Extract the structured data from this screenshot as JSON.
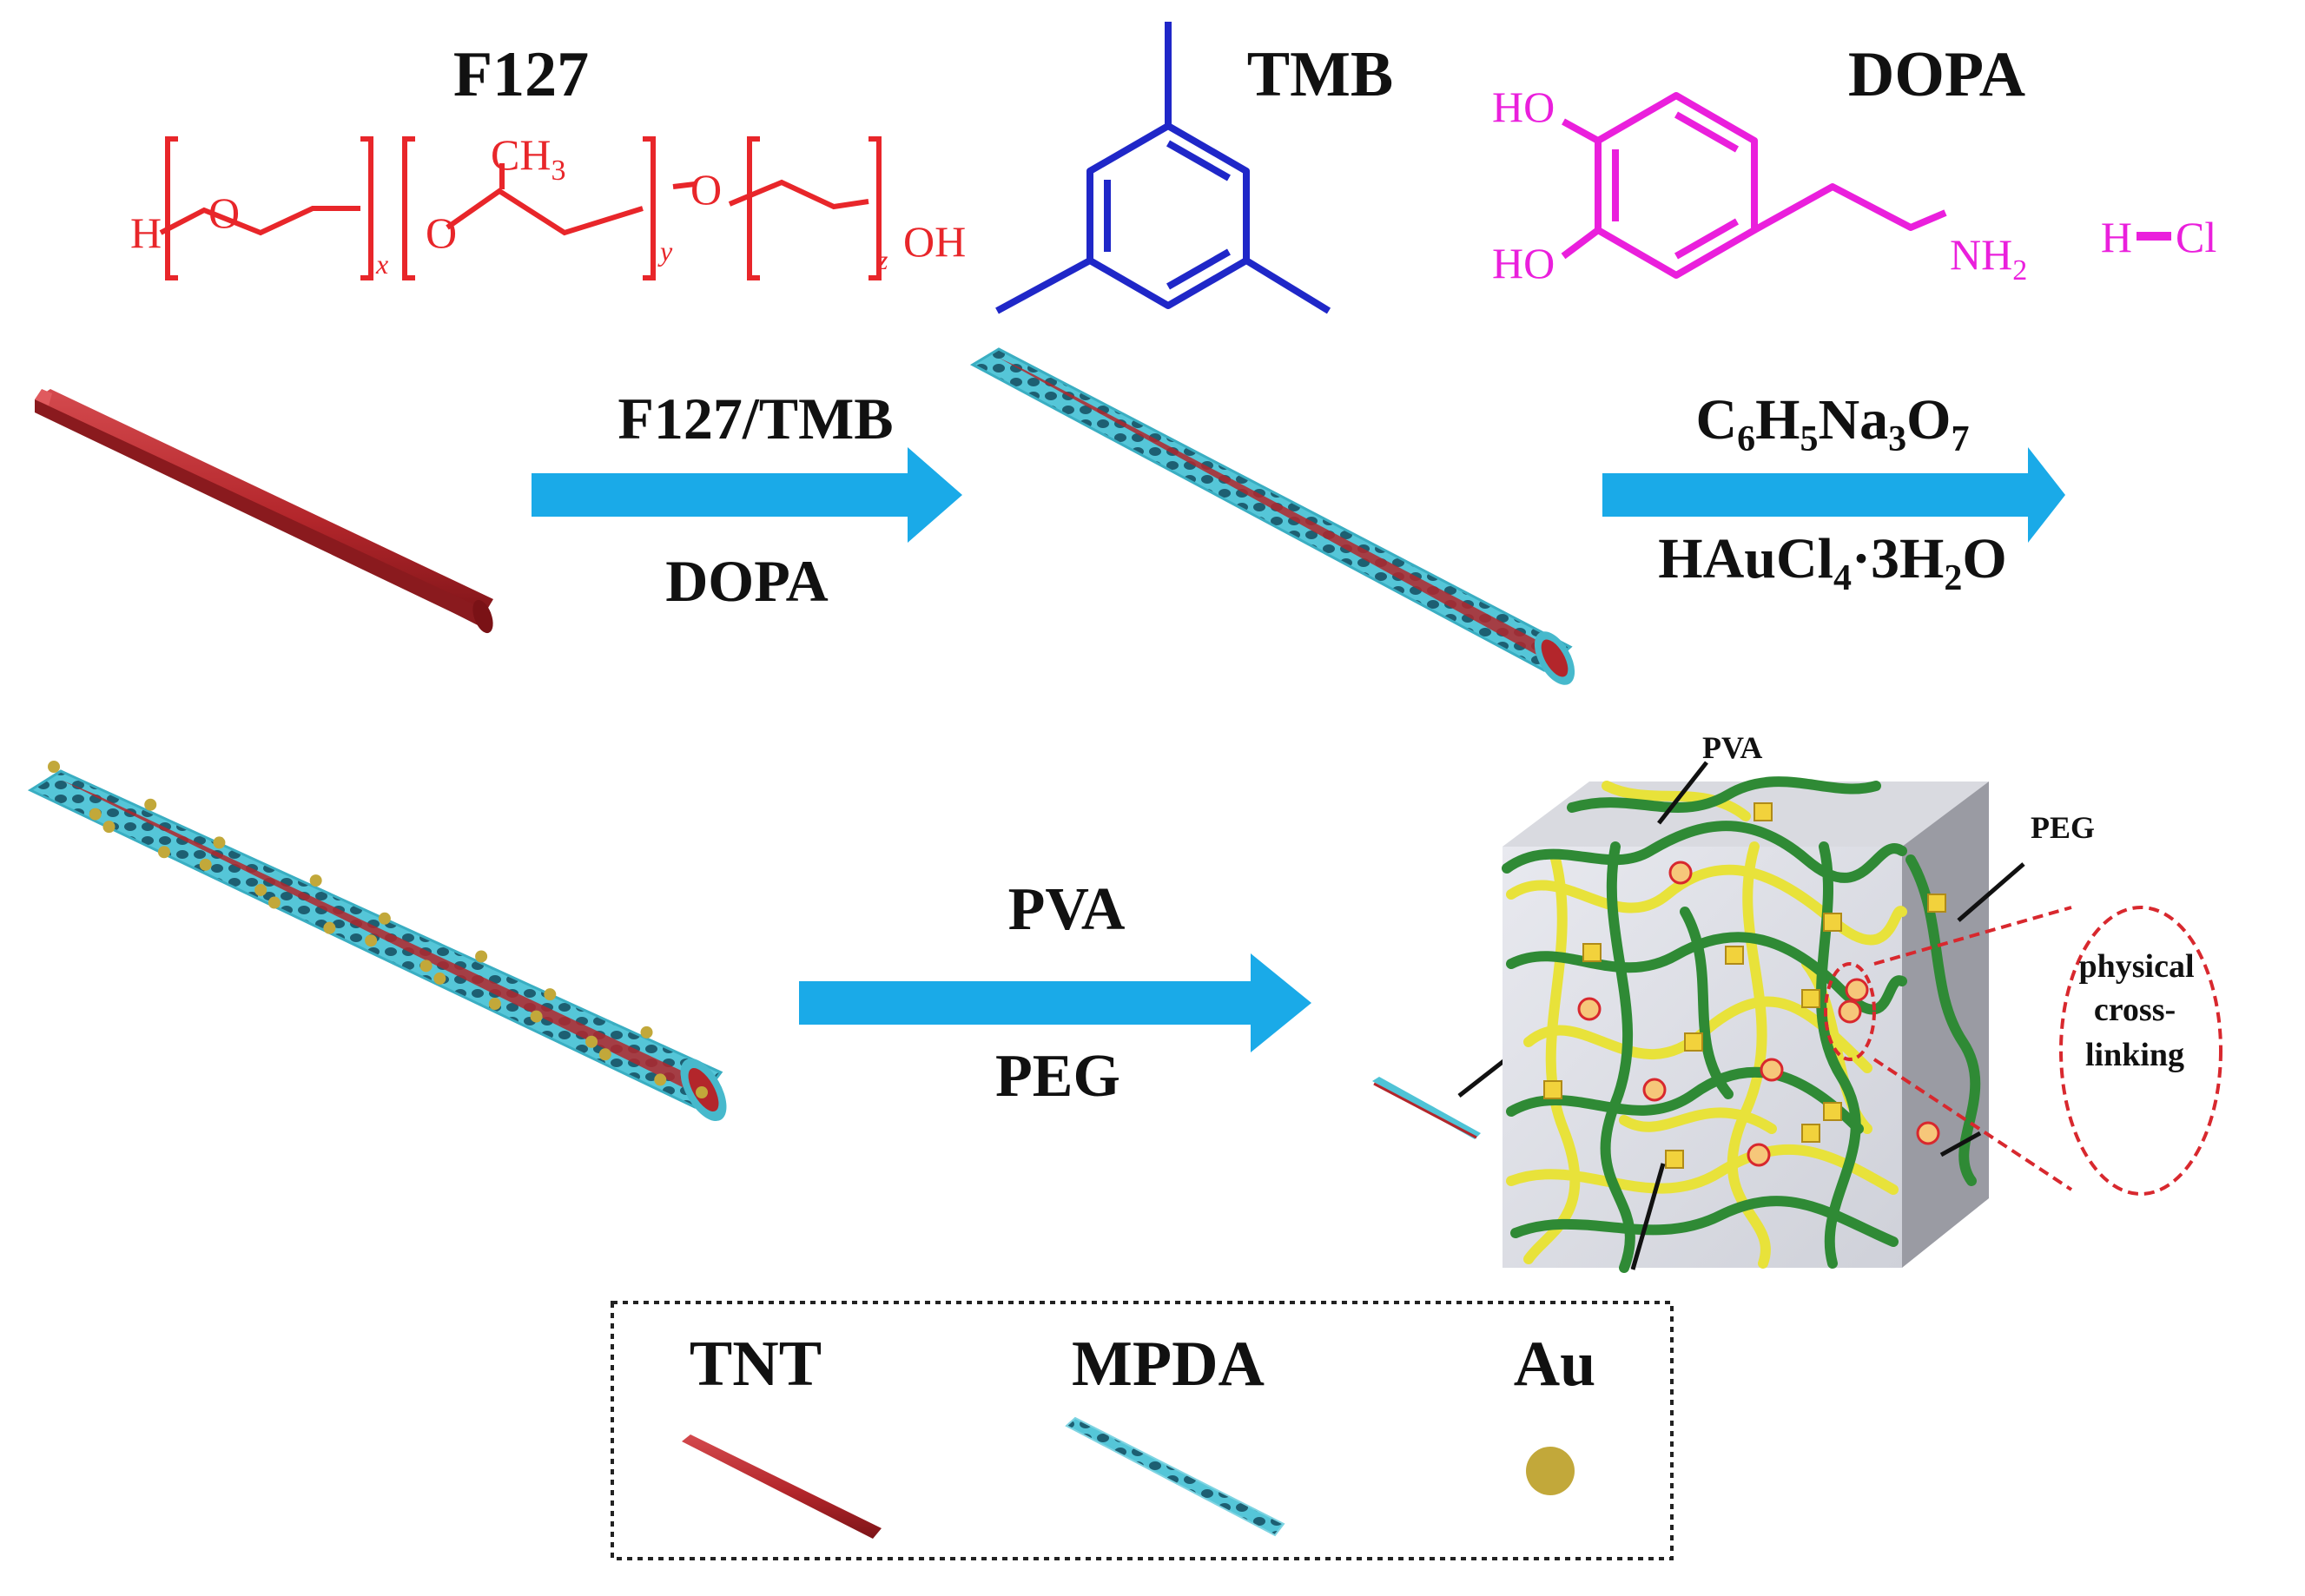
{
  "molecules": {
    "f127": {
      "name": "F127",
      "h": "H",
      "o": "O",
      "ch3": "CH",
      "ch3_sub": "3",
      "x": "x",
      "y": "y",
      "z": "z",
      "oh": "OH"
    },
    "tmb": {
      "name": "TMB"
    },
    "dopa": {
      "name": "DOPA",
      "ho1": "HO",
      "ho2": "HO",
      "nh2": "NH",
      "nh2_sub": "2",
      "hcl_h": "H",
      "hcl_cl": "Cl"
    }
  },
  "steps": {
    "step1": {
      "top": "F127/TMB",
      "bottom": "DOPA"
    },
    "step2": {
      "top": [
        {
          "t": "C"
        },
        {
          "t": "6",
          "sub": true
        },
        {
          "t": "H"
        },
        {
          "t": "5",
          "sub": true
        },
        {
          "t": "Na"
        },
        {
          "t": "3",
          "sub": true
        },
        {
          "t": "O"
        },
        {
          "t": "7",
          "sub": true
        }
      ],
      "bottom": [
        {
          "t": "HAuCl"
        },
        {
          "t": "4",
          "sub": true
        },
        {
          "t": "·3H"
        },
        {
          "t": "2",
          "sub": true
        },
        {
          "t": "O"
        }
      ]
    },
    "step3": {
      "top": "PVA",
      "bottom": "PEG"
    }
  },
  "hydrogel": {
    "pva": "PVA",
    "peg": "PEG",
    "callout": [
      "physical",
      "cross-",
      "linking"
    ]
  },
  "legend": {
    "items": [
      {
        "label": "TNT"
      },
      {
        "label": "MPDA"
      },
      {
        "label": "Au"
      }
    ]
  },
  "colors": {
    "arrow": "#1aaae8",
    "tnt": "#b0262b",
    "mpda": "#4fc3d6",
    "au": "#c2a83a",
    "pva_chain": "#e8e23a",
    "peg_chain": "#2f8a35"
  }
}
